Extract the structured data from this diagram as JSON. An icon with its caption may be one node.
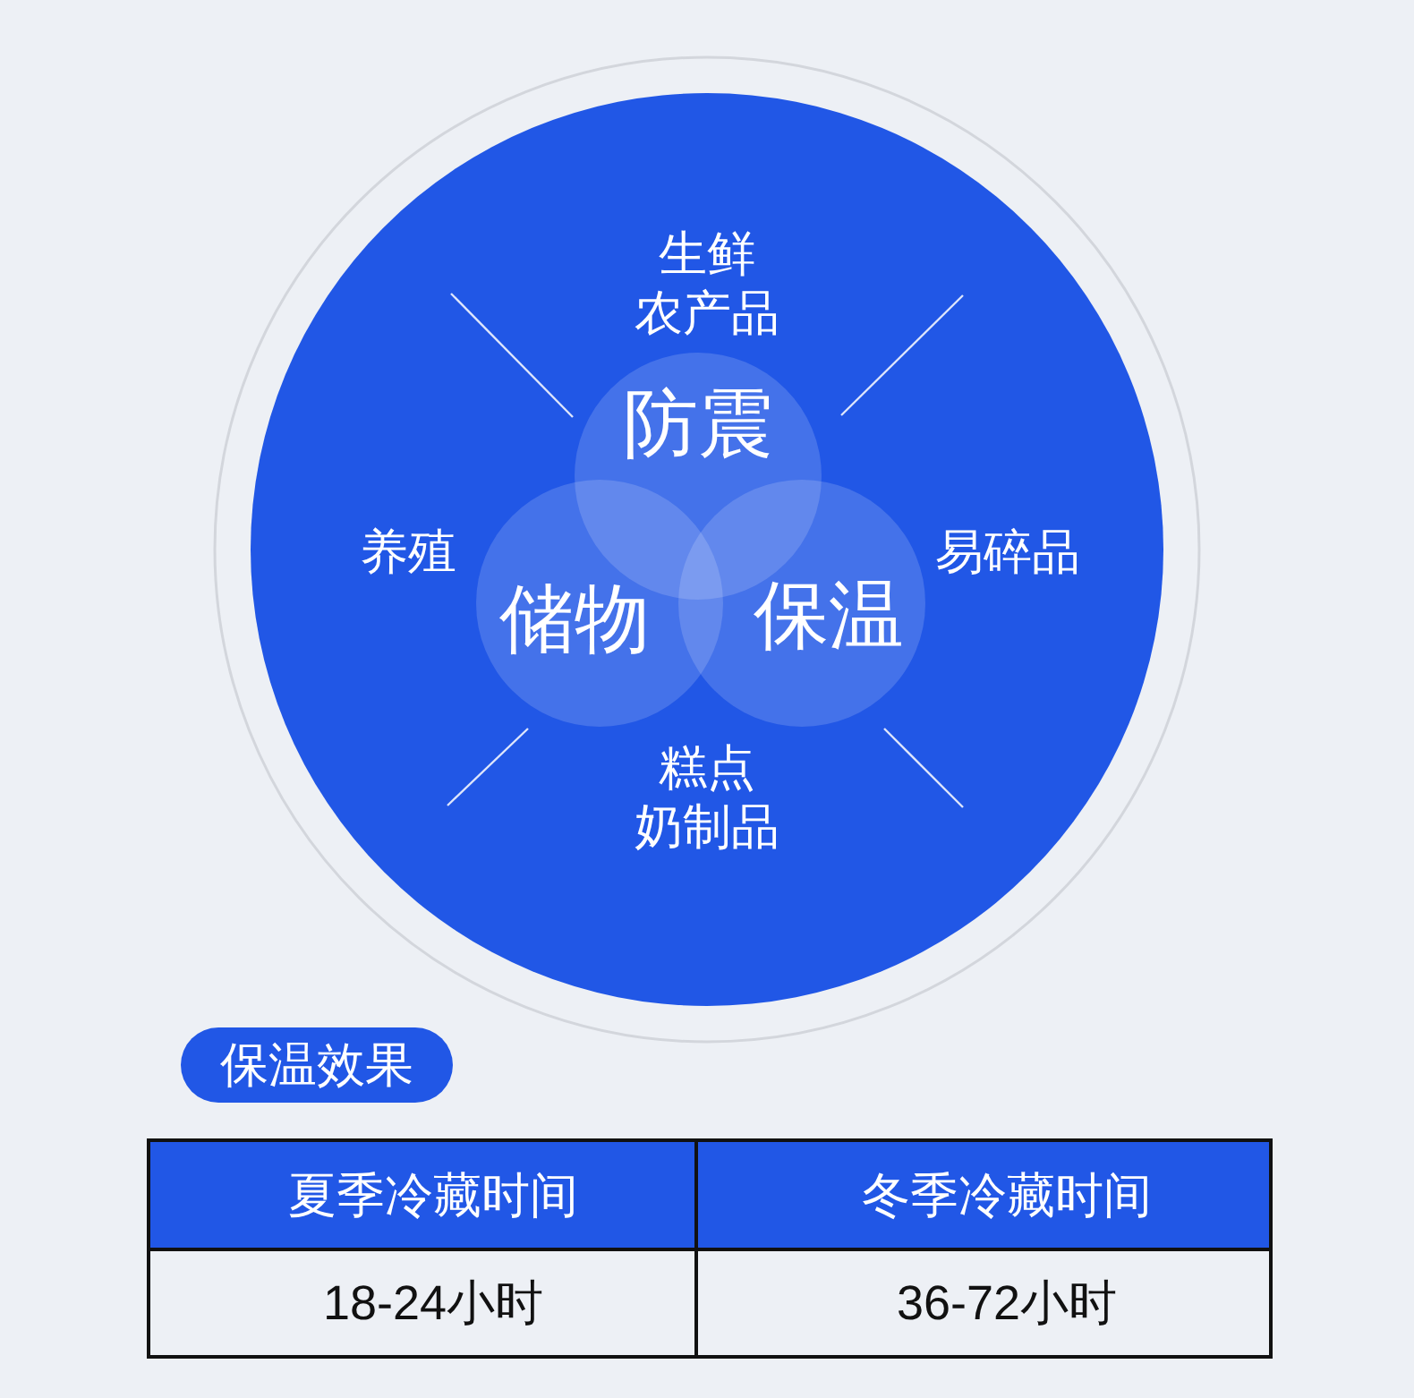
{
  "diagram": {
    "nodes": [
      {
        "text": [
          "防震"
        ]
      },
      {
        "text": [
          "储物"
        ]
      },
      {
        "text": [
          "保温"
        ]
      },
      {
        "text": [
          "保温效果"
        ]
      }
    ],
    "labels": [
      "生鲜农产品",
      "养殖",
      "易碎品",
      "糕点奶制品",
      "夏季冷藏时间",
      "冬季冷藏时间",
      "18-24小时",
      "36-72小时"
    ]
  }
}
